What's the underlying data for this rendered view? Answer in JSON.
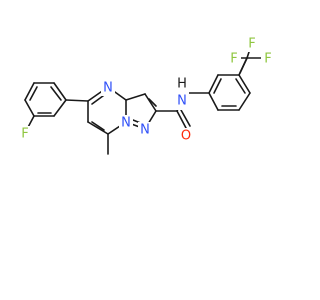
{
  "molecule": {
    "atoms": {
      "f1": {
        "label": "F",
        "color": "#8fc63f"
      },
      "n1": {
        "label": "N",
        "color": "#3050f8"
      },
      "n2": {
        "label": "N",
        "color": "#3050f8"
      },
      "n3": {
        "label": "N",
        "color": "#3050f8"
      },
      "hn": {
        "label": "H",
        "color": "#1a1a1a"
      },
      "o1": {
        "label": "O",
        "color": "#ff2a0a"
      },
      "f2": {
        "label": "F",
        "color": "#8fc63f"
      },
      "f3": {
        "label": "F",
        "color": "#8fc63f"
      },
      "f4": {
        "label": "F",
        "color": "#8fc63f"
      }
    }
  }
}
